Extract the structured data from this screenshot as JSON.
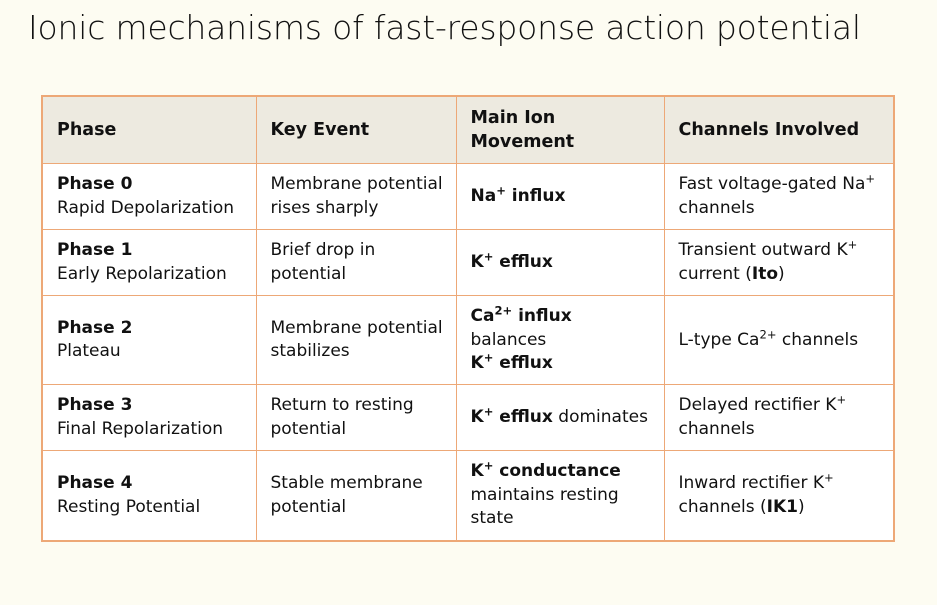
{
  "slide": {
    "title": "Ionic mechanisms of fast-response action potential",
    "background_color": "#fdfcf2"
  },
  "table": {
    "border_color": "#eda877",
    "header_background": "#edeae0",
    "row_background": "#ffffff",
    "headers": [
      "Phase",
      "Key Event",
      "Main Ion Movement",
      "Channels Involved"
    ],
    "rows": [
      {
        "phase_title": "Phase 0",
        "phase_subtitle": "Rapid Depolarization",
        "key_event": "Membrane potential rises sharply",
        "main_ion_movement": "Na+ influx",
        "main_ion_movement_html": "<b>Na<sup>+</sup> influx</b>",
        "channels_involved": "Fast voltage-gated Na+ channels",
        "channels_involved_html": "Fast voltage-gated Na<sup>+</sup> channels"
      },
      {
        "phase_title": "Phase 1",
        "phase_subtitle": "Early Repolarization",
        "key_event": "Brief drop in potential",
        "main_ion_movement": "K+ efflux",
        "main_ion_movement_html": "<b>K<sup>+</sup> efflux</b>",
        "channels_involved": "Transient outward K+ current (Ito)",
        "channels_involved_html": "Transient outward K<sup>+</sup> current (<b>Ito</b>)"
      },
      {
        "phase_title": "Phase 2",
        "phase_subtitle": "Plateau",
        "key_event": "Membrane potential stabilizes",
        "main_ion_movement": "Ca2+ influx balances K+ efflux",
        "main_ion_movement_html": "<b>Ca<sup>2+</sup> influx</b> balances<br><b>K<sup>+</sup> efflux</b>",
        "channels_involved": "L-type Ca2+ channels",
        "channels_involved_html": "L-type Ca<sup>2+</sup> channels"
      },
      {
        "phase_title": "Phase 3",
        "phase_subtitle": "Final Repolarization",
        "key_event": "Return to resting potential",
        "main_ion_movement": "K+ efflux dominates",
        "main_ion_movement_html": "<b>K<sup>+</sup> efflux</b> dominates",
        "channels_involved": "Delayed rectifier K+ channels",
        "channels_involved_html": "Delayed rectifier K<sup>+</sup> channels"
      },
      {
        "phase_title": "Phase 4",
        "phase_subtitle": "Resting Potential",
        "key_event": "Stable membrane potential",
        "main_ion_movement": "K+ conductance maintains resting state",
        "main_ion_movement_html": "<b>K<sup>+</sup> conductance</b><br>maintains resting state",
        "channels_involved": "Inward rectifier K+ channels (IK1)",
        "channels_involved_html": "Inward rectifier K<sup>+</sup> channels (<b>IK1</b>)"
      }
    ]
  }
}
